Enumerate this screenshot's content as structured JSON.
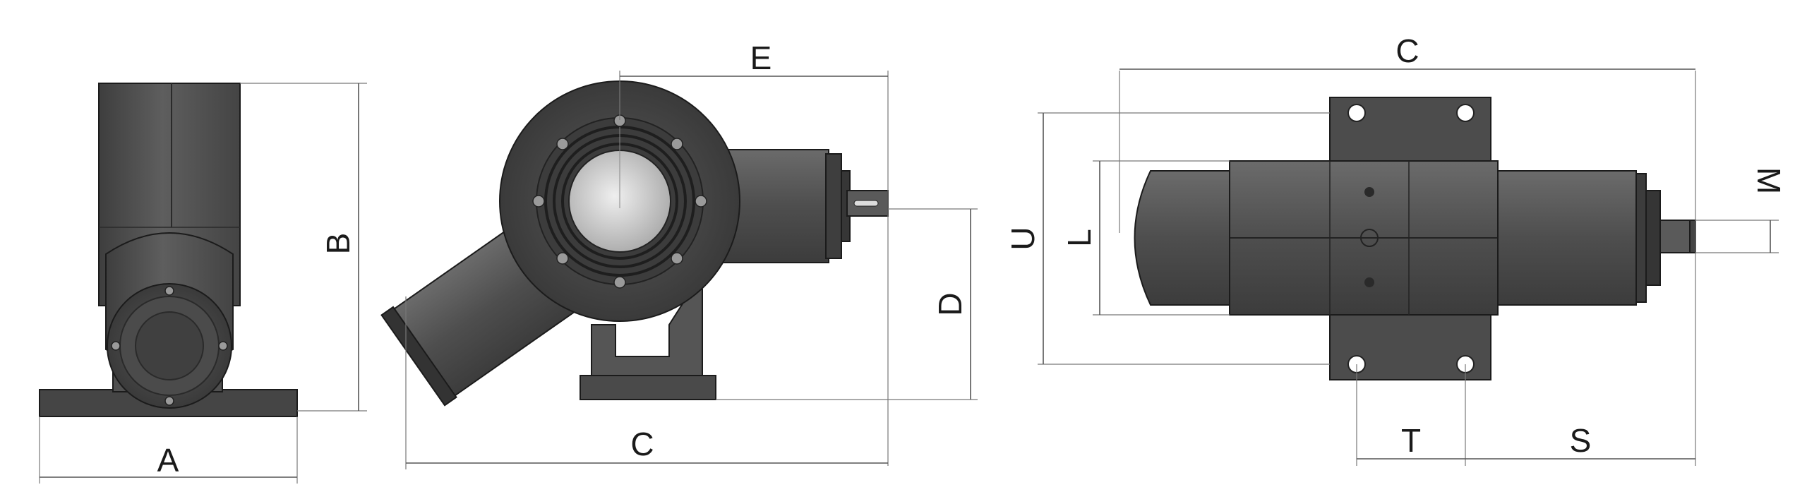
{
  "drawing": {
    "dimension_labels": {
      "front_width": "A",
      "front_height": "B",
      "side_overall_length": "C",
      "side_flange_offset": "E",
      "side_shaft_height": "D",
      "top_overall_length": "C",
      "top_base_width": "U",
      "top_body_width": "L",
      "top_shaft_diameter": "M",
      "top_bolt_spacing": "T",
      "top_shaft_projection": "S"
    },
    "colors": {
      "body_dark": "#4a4a4a",
      "body_mid": "#5c5c5c",
      "body_light": "#707070",
      "lens": "#d8d8d8",
      "line": "#555555",
      "background": "#ffffff"
    }
  }
}
